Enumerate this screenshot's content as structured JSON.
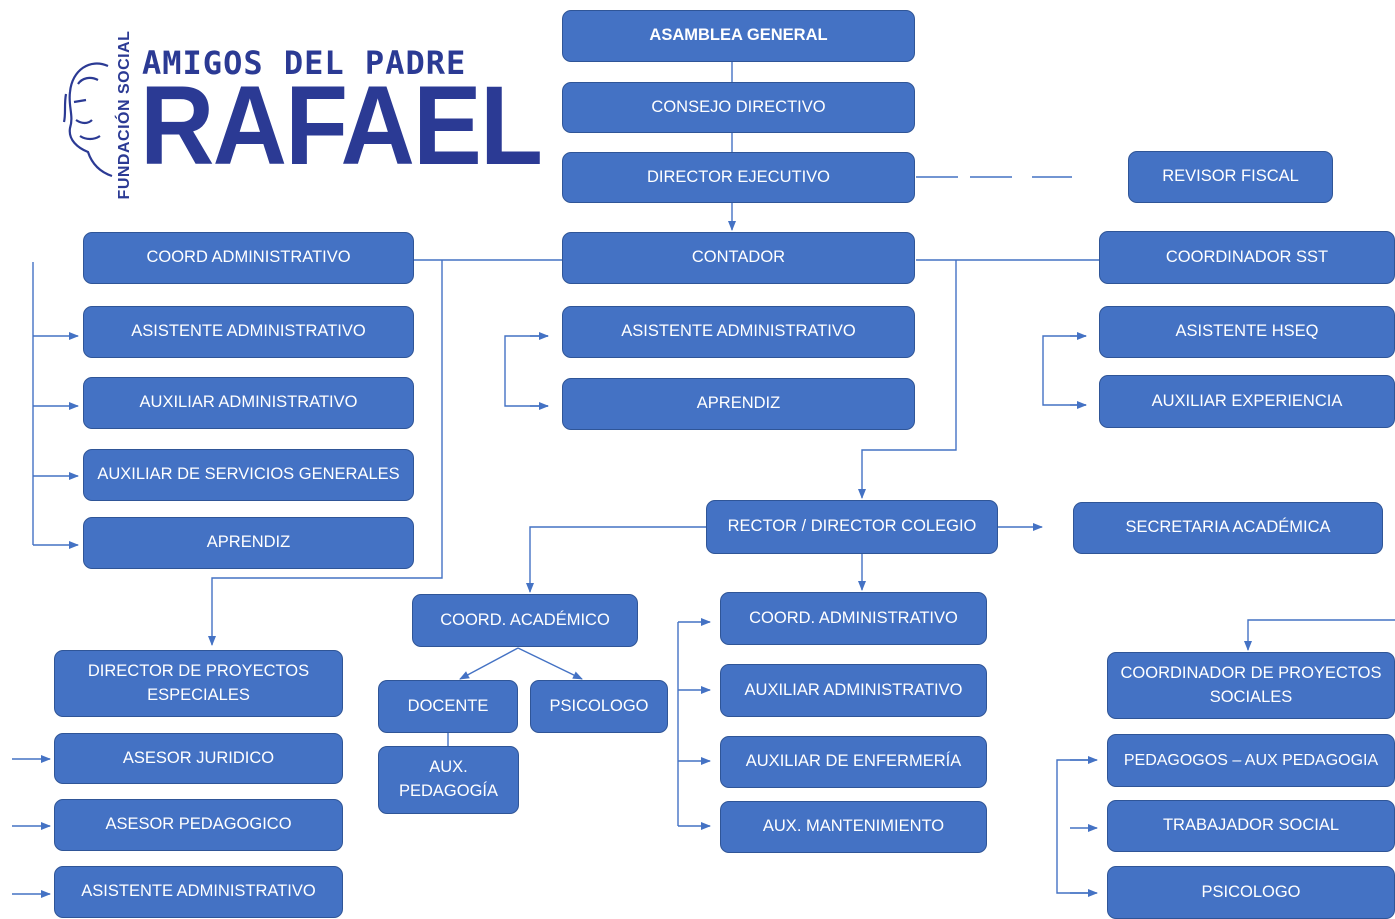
{
  "logo": {
    "line1": "AMIGOS DEL PADRE",
    "line2": "RAFAEL",
    "vertical": "FUNDACIÓN SOCIAL"
  },
  "nodes": {
    "asamblea_general": "ASAMBLEA GENERAL",
    "consejo_directivo": "CONSEJO DIRECTIVO",
    "director_ejecutivo": "DIRECTOR EJECUTIVO",
    "revisor_fiscal": "REVISOR FISCAL",
    "coord_administrativo": "COORD ADMINISTRATIVO",
    "contador": "CONTADOR",
    "coordinador_sst": "COORDINADOR SST",
    "asistente_administrativo_left": "ASISTENTE ADMINISTRATIVO",
    "asistente_administrativo_center": "ASISTENTE ADMINISTRATIVO",
    "asistente_hseq": "ASISTENTE HSEQ",
    "auxiliar_administrativo_left": "AUXILIAR ADMINISTRATIVO",
    "aprendiz_center": "APRENDIZ",
    "auxiliar_experiencia": "AUXILIAR EXPERIENCIA",
    "auxiliar_servicios_generales": "AUXILIAR DE SERVICIOS GENERALES",
    "aprendiz_left": "APRENDIZ",
    "rector": "RECTOR / DIRECTOR COLEGIO",
    "secretaria_academica": "SECRETARIA ACADÉMICA",
    "coord_academico": "COORD. ACADÉMICO",
    "coord_administrativo_colegio": "COORD. ADMINISTRATIVO",
    "director_proyectos": "DIRECTOR DE PROYECTOS\nESPECIALES",
    "coordinador_proyectos_sociales": "COORDINADOR DE PROYECTOS\nSOCIALES",
    "docente": "DOCENTE",
    "psicologo_colegio": "PSICOLOGO",
    "auxiliar_administrativo_colegio": "AUXILIAR ADMINISTRATIVO",
    "aux_pedagogia": "AUX.\nPEDAGOGÍA",
    "asesor_juridico": "ASESOR JURIDICO",
    "auxiliar_enfermeria": "AUXILIAR DE ENFERMERÍA",
    "pedagogos": "PEDAGOGOS – AUX PEDAGOGIA",
    "asesor_pedagogico": "ASESOR PEDAGOGICO",
    "aux_mantenimiento": "AUX. MANTENIMIENTO",
    "trabajador_social": "TRABAJADOR SOCIAL",
    "asistente_administrativo_bottom": "ASISTENTE ADMINISTRATIVO",
    "psicologo_social": "PSICOLOGO"
  },
  "colors": {
    "box_fill": "#4472c4",
    "box_border": "#2f5597",
    "connector": "#4472c4",
    "logo": "#2b3a94"
  }
}
